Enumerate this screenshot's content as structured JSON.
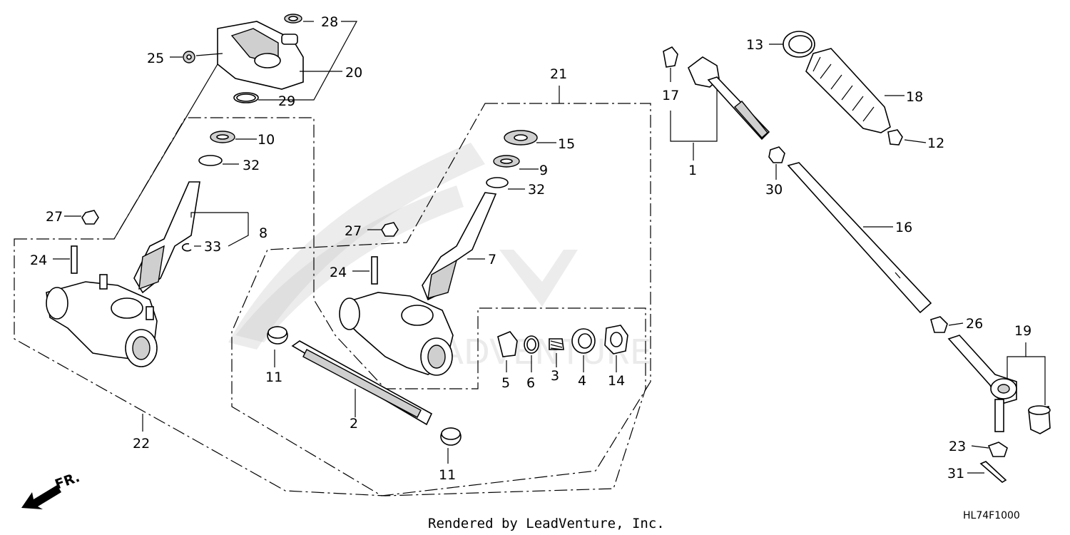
{
  "diagram": {
    "part_labels": [
      "1",
      "2",
      "3",
      "4",
      "5",
      "6",
      "7",
      "8",
      "9",
      "10",
      "11",
      "11",
      "12",
      "13",
      "14",
      "15",
      "16",
      "17",
      "18",
      "19",
      "20",
      "21",
      "22",
      "23",
      "24",
      "24",
      "25",
      "26",
      "27",
      "27",
      "28",
      "29",
      "30",
      "31",
      "32",
      "32",
      "33"
    ],
    "footer_credit": "Rendered by LeadVenture, Inc.",
    "diagram_code": "HL74F1000",
    "direction_label": "FR."
  },
  "colors": {
    "line": "#000000",
    "background": "#ffffff",
    "watermark": "#c8c8c8"
  }
}
